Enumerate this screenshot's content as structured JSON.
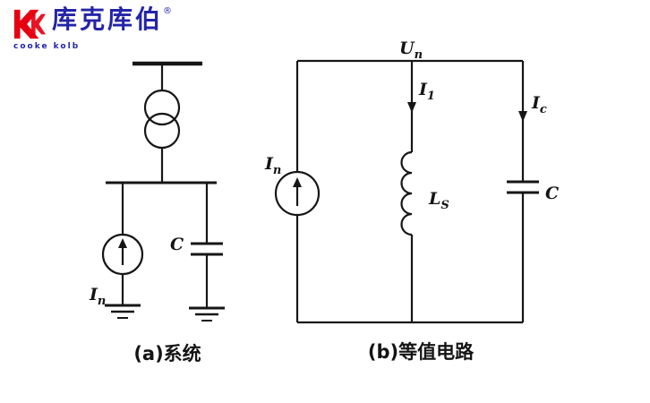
{
  "logo": {
    "brand": "库克库伯",
    "registered": "®",
    "subtitle": "cooke kolb",
    "colors": {
      "icon": "#e60012",
      "text": "#2424a8"
    }
  },
  "diagram": {
    "circuit_a": {
      "caption": "(a)系统",
      "source_label": {
        "main": "I",
        "sub": "n"
      },
      "capacitor_label": "C"
    },
    "circuit_b": {
      "caption": "(b)等值电路",
      "voltage_label": {
        "main": "U",
        "sub": "n"
      },
      "inductor_current_label": {
        "main": "I",
        "sub": "1"
      },
      "capacitor_current_label": {
        "main": "I",
        "sub": "c"
      },
      "source_label": {
        "main": "I",
        "sub": "n"
      },
      "inductor_label": {
        "main": "L",
        "sub": "S"
      },
      "capacitor_label": "C"
    }
  }
}
